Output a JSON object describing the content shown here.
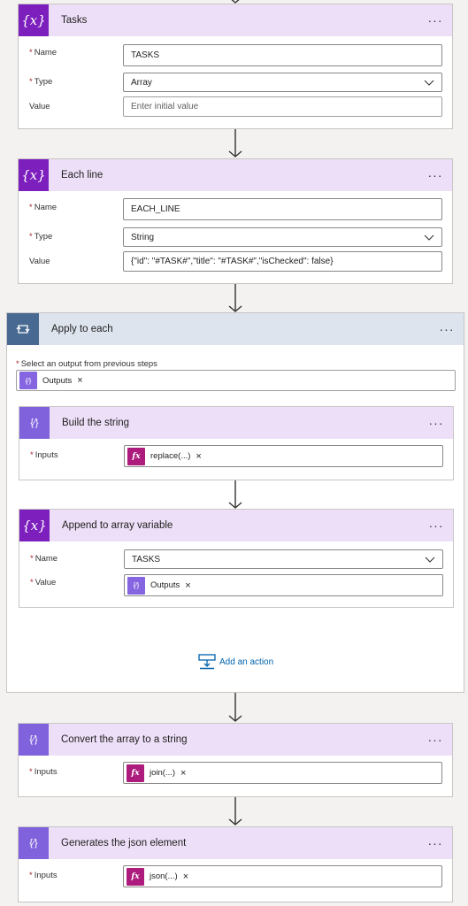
{
  "tasks_card": {
    "title": "Tasks",
    "icon": "{x}",
    "name_label": "Name",
    "name_value": "TASKS",
    "type_label": "Type",
    "type_value": "Array",
    "value_label": "Value",
    "value_placeholder": "Enter initial value"
  },
  "each_line_card": {
    "title": "Each line",
    "icon": "{x}",
    "name_label": "Name",
    "name_value": "EACH_LINE",
    "type_label": "Type",
    "type_value": "String",
    "value_label": "Value",
    "value_value": "{\"id\": \"#TASK#\",\"title\": \"#TASK#\",\"isChecked\": false}"
  },
  "apply_card": {
    "title": "Apply to each",
    "select_label": "Select an output from previous steps",
    "token_label": "Outputs",
    "add_action_label": "Add an action"
  },
  "build_card": {
    "title": "Build the string",
    "inputs_label": "Inputs",
    "token_label": "replace(...)"
  },
  "append_card": {
    "title": "Append to array variable",
    "icon": "{x}",
    "name_label": "Name",
    "name_value": "TASKS",
    "value_label": "Value",
    "token_label": "Outputs"
  },
  "convert_card": {
    "title": "Convert the array to a string",
    "inputs_label": "Inputs",
    "token_label": "join(...)"
  },
  "json_card": {
    "title": "Generates the json element",
    "inputs_label": "Inputs",
    "token_label": "json(...)"
  },
  "common": {
    "required_mark": "*",
    "more_label": "···",
    "remove_label": "×",
    "fx_label": "fx"
  },
  "colors": {
    "variable_icon": "#7d1fbd",
    "data_icon": "#7f62dc",
    "loop_icon": "#486991",
    "expression_token": "#ad1b7c",
    "link": "#0062ad"
  }
}
